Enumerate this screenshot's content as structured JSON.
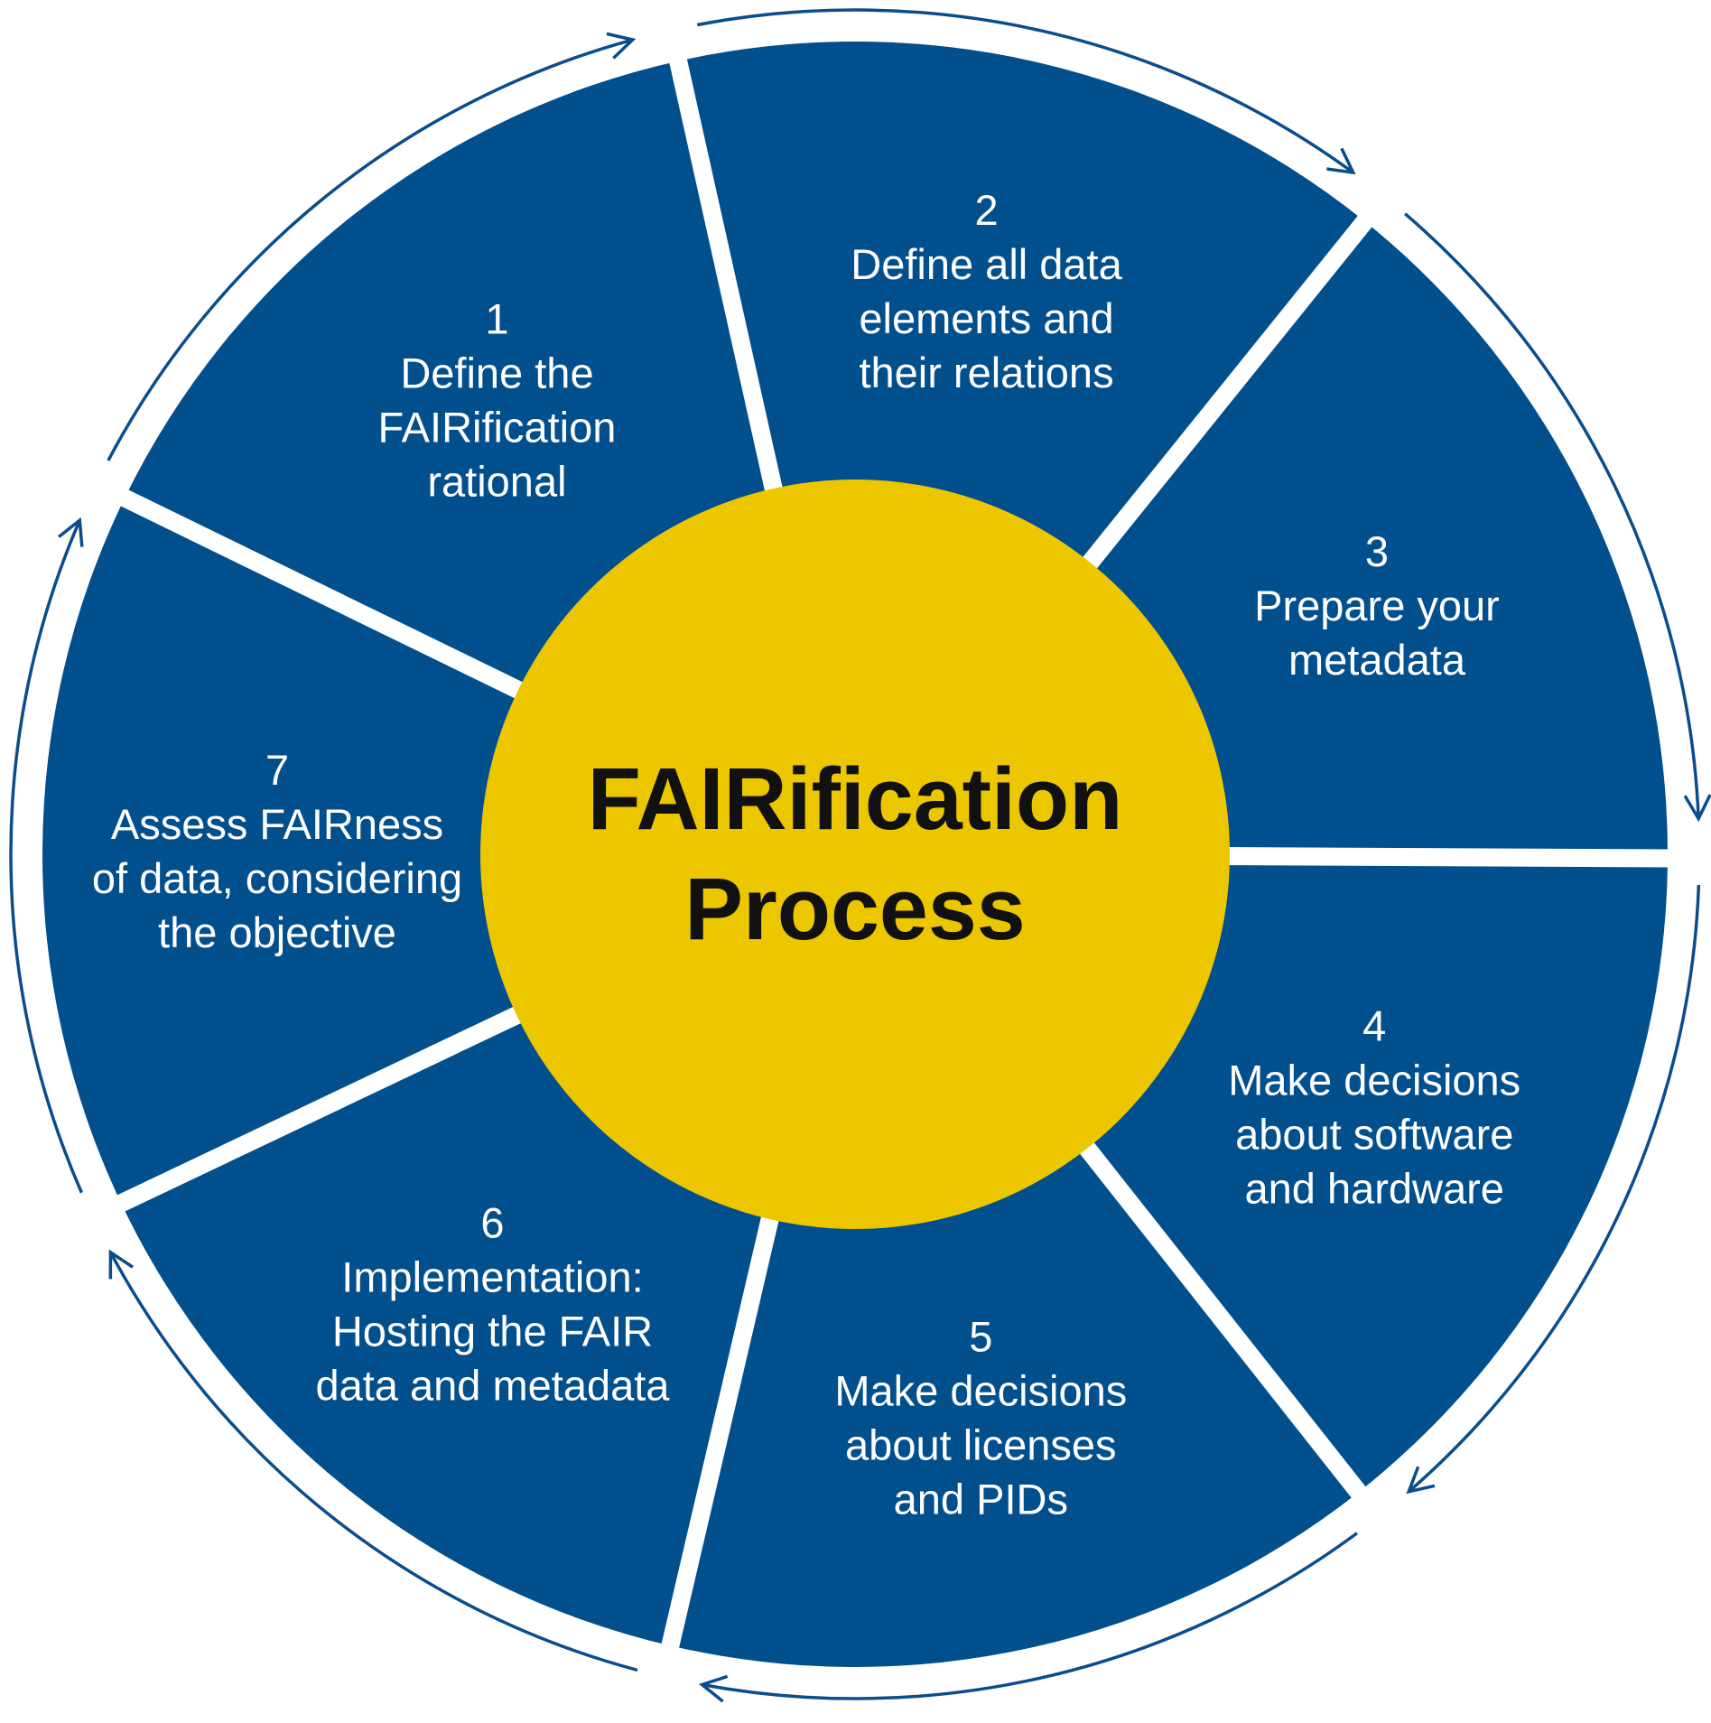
{
  "colors": {
    "segment_fill": "#024f8e",
    "ring_stroke": "#0a4d8c",
    "center_fill": "#ecc700",
    "center_text": "#111111",
    "segment_text": "#ffffff",
    "separator": "#ffffff"
  },
  "center": {
    "line1": "FAIRification",
    "line2": "Process"
  },
  "cycle": {
    "direction": "clockwise"
  },
  "steps": [
    {
      "number": "1",
      "lines": [
        "Define the",
        "FAIRification",
        "rational"
      ]
    },
    {
      "number": "2",
      "lines": [
        "Define all data",
        "elements and",
        "their relations"
      ]
    },
    {
      "number": "3",
      "lines": [
        "Prepare your",
        "metadata"
      ]
    },
    {
      "number": "4",
      "lines": [
        "Make decisions",
        "about software",
        "and hardware"
      ]
    },
    {
      "number": "5",
      "lines": [
        "Make decisions",
        "about licenses",
        "and PIDs"
      ]
    },
    {
      "number": "6",
      "lines": [
        "Implementation:",
        "Hosting the FAIR",
        "data and metadata"
      ]
    },
    {
      "number": "7",
      "lines": [
        "Assess FAIRness",
        "of data, considering",
        "the objective"
      ]
    }
  ]
}
